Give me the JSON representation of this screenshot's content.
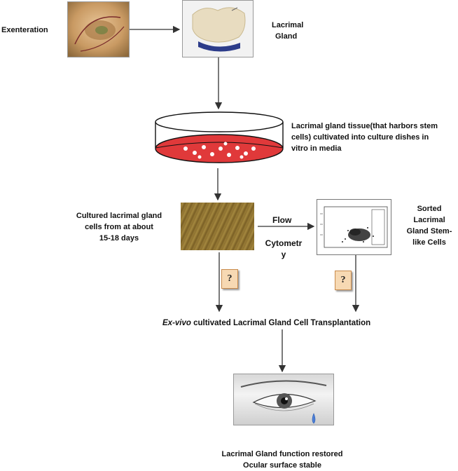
{
  "labels": {
    "exenteration": "Exenteration",
    "lacrimal_gland": [
      "Lacrimal",
      "Gland"
    ],
    "tissue_culture": [
      "Lacrimal gland tissue(that harbors stem",
      "cells) cultivated into culture dishes in",
      "vitro in media"
    ],
    "cultured_cells": [
      "Cultured lacrimal gland",
      "cells from at about",
      "15-18 days"
    ],
    "flow": "Flow",
    "cytometry": [
      "Cytometr",
      "y"
    ],
    "sorted_cells": [
      "Sorted",
      "Lacrimal",
      "Gland Stem-",
      "like Cells"
    ],
    "transplant_italic": "Ex-vivo",
    "transplant_rest": " cultivated Lacrimal Gland Cell Transplantation",
    "outcome": [
      "Lacrimal Gland function restored",
      "Ocular surface stable"
    ]
  },
  "question_marks": [
    "?",
    "?"
  ],
  "colors": {
    "arrow": "#333333",
    "dish_media": "#e0393a",
    "question_box": "#f7d9b3",
    "cell_image": "#8a6d2e"
  }
}
